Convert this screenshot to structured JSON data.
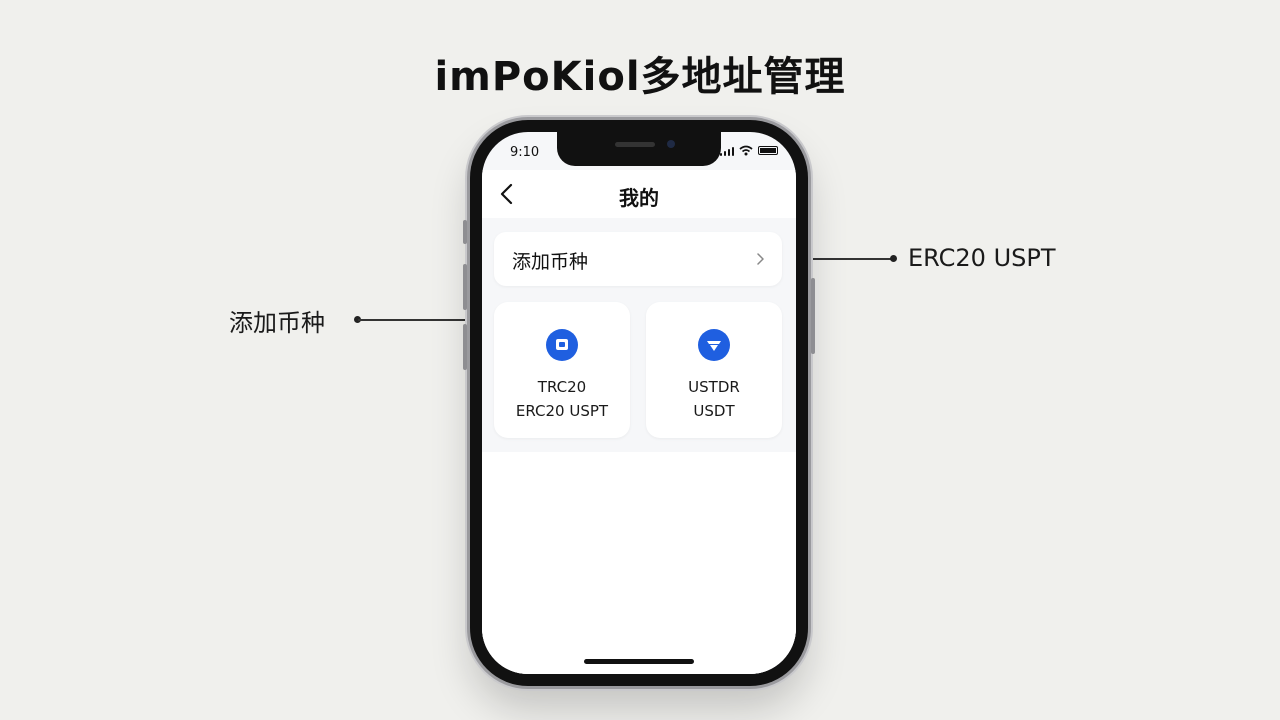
{
  "headline": "imPoKiol多地址管理",
  "status_bar": {
    "time": "9:10"
  },
  "nav": {
    "title": "我的",
    "back_icon": "chevron-left-icon"
  },
  "add_row": {
    "label": "添加币种",
    "chevron_icon": "chevron-right-icon"
  },
  "cards": [
    {
      "icon": "square-coin-icon",
      "line1": "TRC20",
      "line2": "ERC20 USPT"
    },
    {
      "icon": "shield-coin-icon",
      "line1": "USTDR",
      "line2": "USDT"
    }
  ],
  "callouts": {
    "left": "添加币种",
    "right": "ERC20 USPT"
  },
  "colors": {
    "accent": "#1f5fe0",
    "background": "#f0f0ed",
    "phone_frame": "#111111"
  }
}
